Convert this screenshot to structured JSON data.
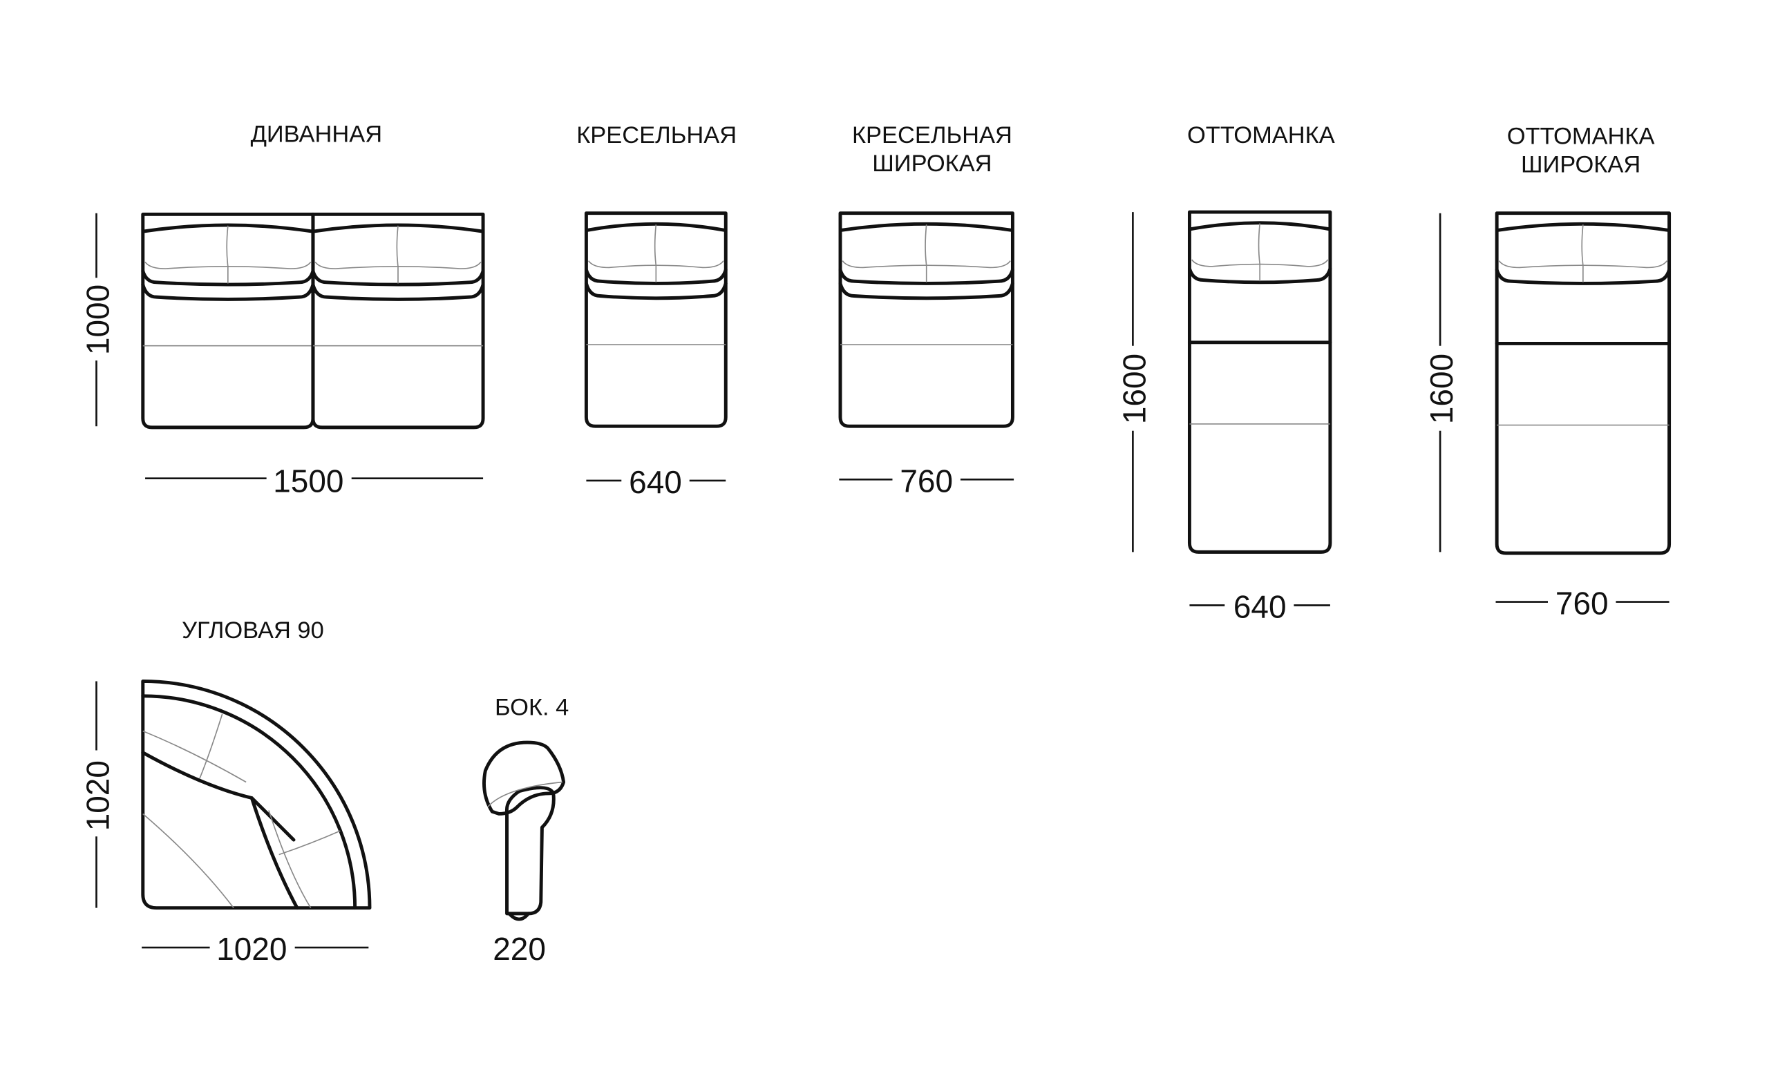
{
  "modules": [
    {
      "id": "divannaya",
      "title": [
        "ДИВАННАЯ"
      ],
      "width_mm": "1500",
      "depth_mm": "1000"
    },
    {
      "id": "kreselnaya",
      "title": [
        "КРЕСЕЛЬНАЯ"
      ],
      "width_mm": "640"
    },
    {
      "id": "kreselnaya-wide",
      "title": [
        "КРЕСЕЛЬНАЯ",
        "ШИРОКАЯ"
      ],
      "width_mm": "760"
    },
    {
      "id": "ottomanka",
      "title": [
        "ОТТОМАНКА"
      ],
      "width_mm": "640",
      "depth_mm": "1600"
    },
    {
      "id": "ottomanka-wide",
      "title": [
        "ОТТОМАНКА",
        "ШИРОКАЯ"
      ],
      "width_mm": "760",
      "depth_mm": "1600"
    },
    {
      "id": "uglovaya",
      "title": [
        "УГЛОВАЯ 90"
      ],
      "width_mm": "1020",
      "depth_mm": "1020"
    },
    {
      "id": "bok",
      "title": [
        "БОК. 4"
      ],
      "width_mm": "220"
    }
  ]
}
